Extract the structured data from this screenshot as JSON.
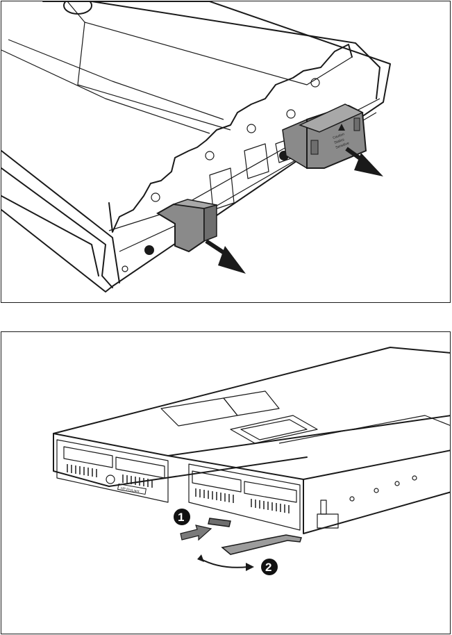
{
  "figure": {
    "top_panel": {
      "description_component": "drive cage connector covers removal",
      "cover_label_lines": [
        "Caution",
        "Statics",
        "Sensitive"
      ]
    },
    "bottom_panel": {
      "description_component": "server blade release lever",
      "callouts": [
        {
          "number": "1"
        },
        {
          "number": "2"
        }
      ],
      "bezel_label": "HP ProLiant"
    }
  },
  "colors": {
    "line": "#1a1a1a",
    "cover_gray": "#8a8a8a",
    "cover_gray_dark": "#6e6e6e",
    "lever_gray": "#9c9c9c",
    "arrow_gray": "#7a7a7a",
    "callout_fill": "#111111"
  }
}
